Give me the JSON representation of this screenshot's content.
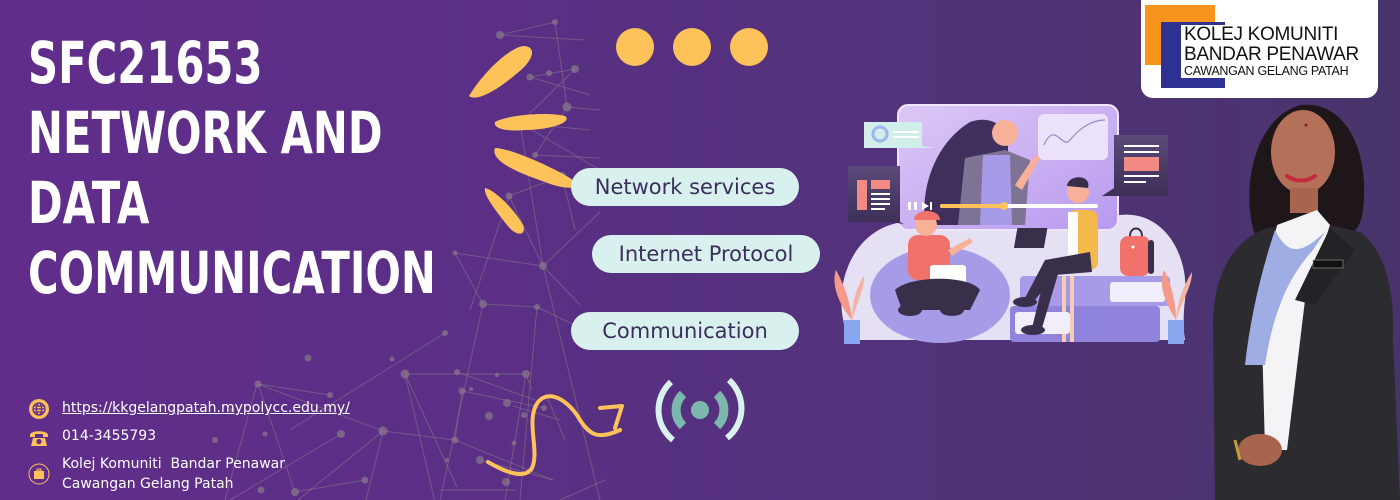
{
  "title": {
    "lines": [
      "SFC21653",
      "NETWORK AND",
      "DATA",
      "COMMUNICATION"
    ]
  },
  "contact": {
    "website": {
      "icon": "globe-icon",
      "text": "https://kkgelangpatah.mypolycc.edu.my/"
    },
    "phone": {
      "icon": "telephone-icon",
      "text": "014-3455793"
    },
    "address": {
      "icon": "briefcase-icon",
      "line1": "Kolej Komuniti  Bandar Penawar",
      "line2": "Cawangan Gelang Patah"
    }
  },
  "topics": [
    {
      "label": "Network services"
    },
    {
      "label": "Internet Protocol"
    },
    {
      "label": "Communication"
    }
  ],
  "logo": {
    "line1": "KOLEJ KOMUNITI",
    "line2": "BANDAR PENAWAR",
    "line3": "CAWANGAN GELANG PATAH"
  },
  "colors": {
    "background_left": "#612d8b",
    "background_right": "#48346b",
    "accent_yellow": "#fdc25a",
    "pill_bg": "#d9f1ee",
    "pill_text": "#3b2d5c",
    "signal_teal": "#7db8ae",
    "logo_orange": "#f7941d",
    "logo_blue": "#2e3192"
  },
  "decor": {
    "dots_icon": "three-dots-icon",
    "arrow_icon": "squiggle-arrow-icon",
    "signal_icon": "broadcast-signal-icon",
    "illustration": "online-learning-illustration",
    "photo": "lecturer-portrait"
  }
}
